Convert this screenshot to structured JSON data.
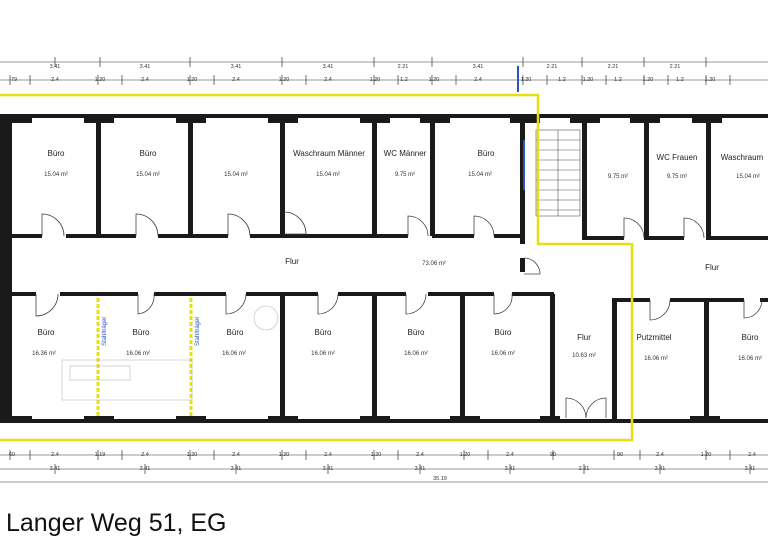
{
  "caption": "Langer Weg 51, EG",
  "dims": {
    "top1": [
      "3.41",
      "3.41",
      "3.41",
      "3.41",
      "2.21",
      "3.41",
      "2.21",
      "2.21",
      "2.21"
    ],
    "top2": [
      "79",
      "2.4",
      "1.20",
      "2.4",
      "1.20",
      "2.4",
      "1.20",
      "2.4",
      "1.20",
      "1.2",
      "1.20",
      "2.4",
      "1.20",
      "1.2",
      "1.20",
      "1.2",
      "1.20",
      "1.2",
      "1.20"
    ],
    "bottom1": [
      "60",
      "2.4",
      "1.19",
      "2.4",
      "1.20",
      "2.4",
      "1.20",
      "2.4",
      "1.20",
      "2.4",
      "1.20",
      "2.4",
      "90",
      "90",
      "2.4",
      "1.20",
      "2.4"
    ],
    "bottom2": [
      "3.41",
      "3.41",
      "3.41",
      "3.41",
      "3.41",
      "3.41",
      "2.21",
      "3.41",
      "3.41"
    ],
    "total": "35.19"
  },
  "rooms_top": [
    {
      "name": "Büro",
      "area": "15.04 m²"
    },
    {
      "name": "Büro",
      "area": "15.04 m²"
    },
    {
      "name": "",
      "area": "15.04 m²"
    },
    {
      "name": "Waschraum Männer",
      "area": "15.04 m²"
    },
    {
      "name": "WC Männer",
      "area": "9.75 m²"
    },
    {
      "name": "Büro",
      "area": "15.04 m²"
    },
    {
      "name": "",
      "area": "9.75 m²"
    },
    {
      "name": "WC Frauen",
      "area": "9.75 m²"
    },
    {
      "name": "Waschraum",
      "area": "15.04 m²"
    }
  ],
  "corridor": {
    "name": "Flur",
    "area": "73.06 m²",
    "name_right": "Flur"
  },
  "rooms_bottom": [
    {
      "name": "Büro",
      "area": "16.36 m²"
    },
    {
      "name": "Büro",
      "area": "16.06 m²"
    },
    {
      "name": "Büro",
      "area": "16.06 m²"
    },
    {
      "name": "Büro",
      "area": "16.06 m²"
    },
    {
      "name": "Büro",
      "area": "16.06 m²"
    },
    {
      "name": "Büro",
      "area": "16.06 m²"
    },
    {
      "name": "Flur",
      "area": "10.63 m²"
    },
    {
      "name": "Putzmittel",
      "area": "16.06 m²"
    },
    {
      "name": "Büro",
      "area": "16.06 m²"
    }
  ],
  "beam_label": "Stahlträger",
  "colors": {
    "wall": "#1a1a1a",
    "highlight": "#e6e012",
    "beam": "#e6e012",
    "stair": "#2a52c9"
  }
}
